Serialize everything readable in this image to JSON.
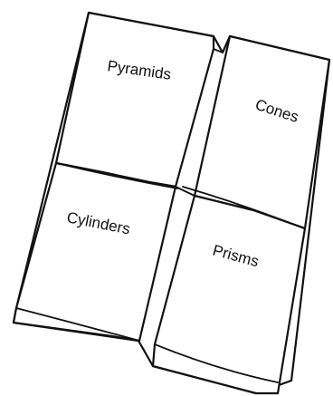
{
  "foldable": {
    "flaps": [
      {
        "id": "top-left",
        "label": "Pyramids"
      },
      {
        "id": "top-right",
        "label": "Cones"
      },
      {
        "id": "bottom-left",
        "label": "Cylinders"
      },
      {
        "id": "bottom-right",
        "label": "Prisms"
      }
    ]
  }
}
